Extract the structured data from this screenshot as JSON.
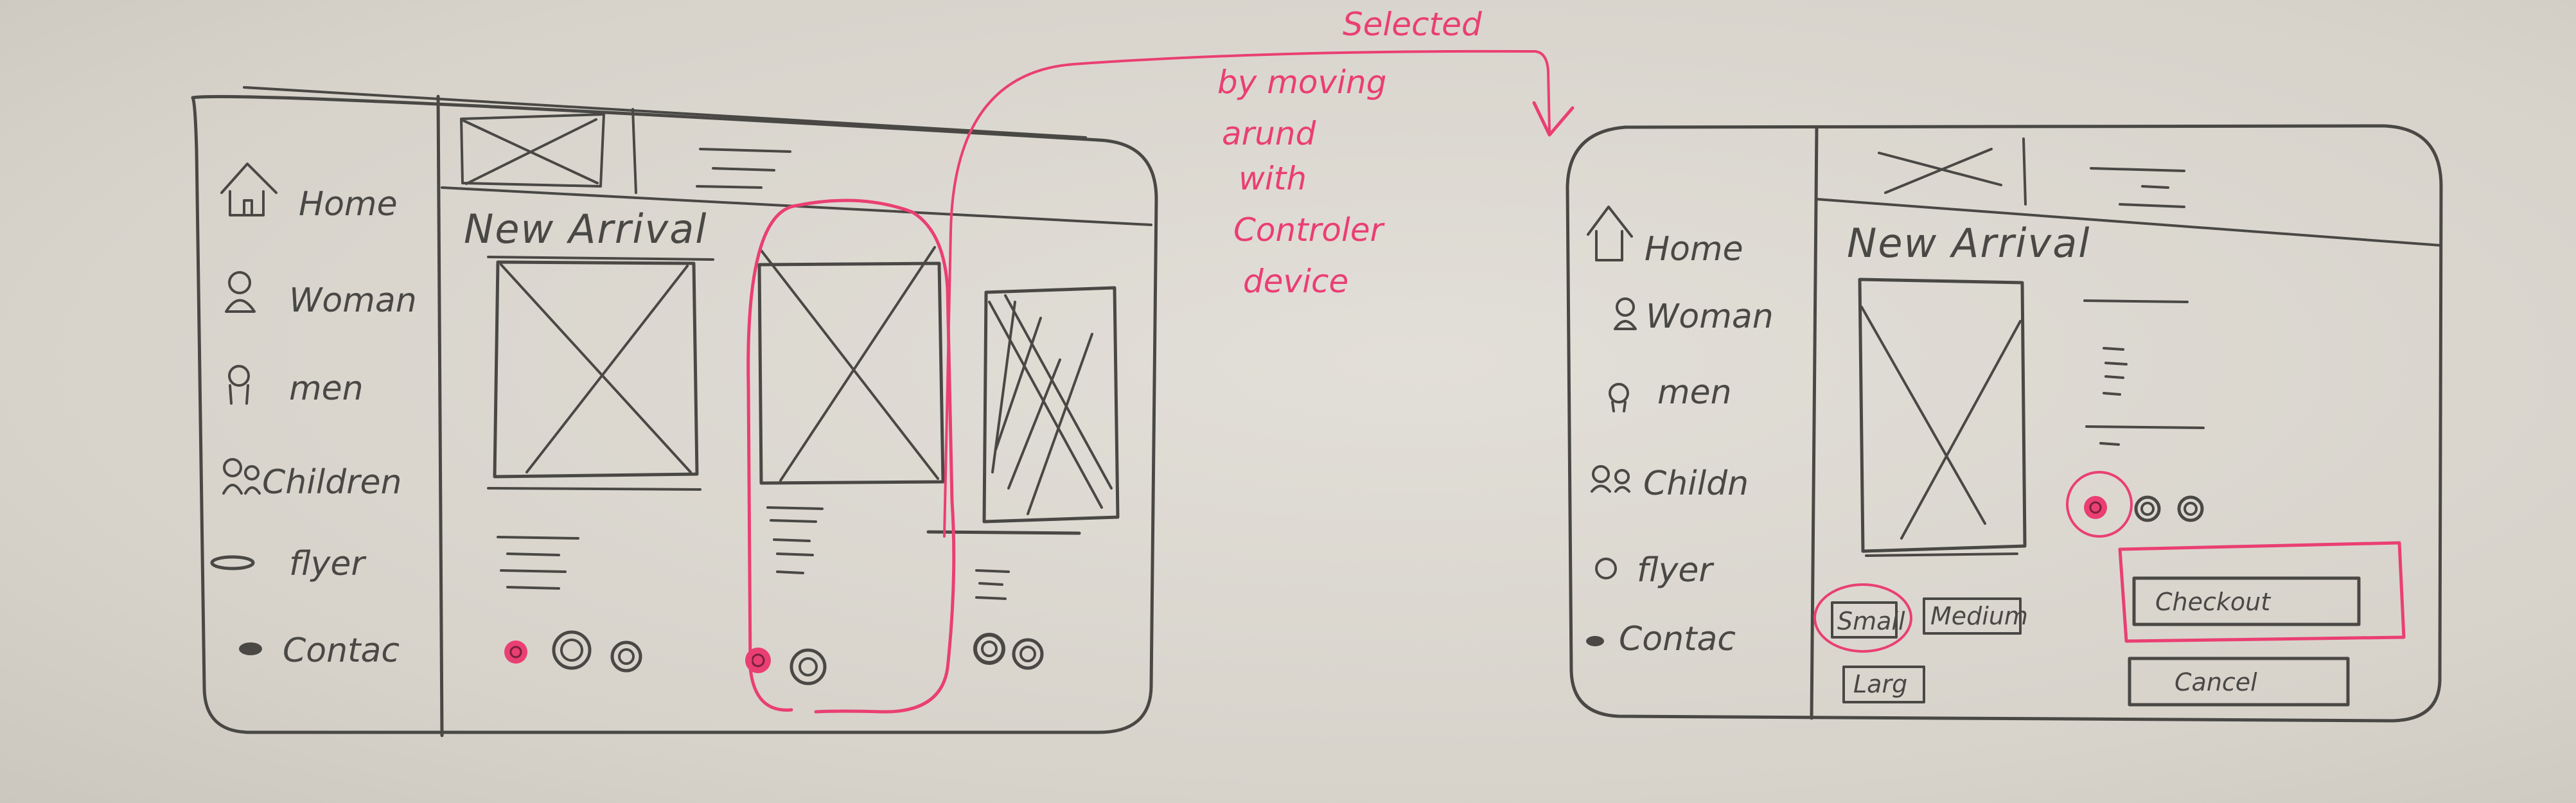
{
  "left_wireframe": {
    "nav": [
      {
        "icon": "house-icon",
        "label": "Home"
      },
      {
        "icon": "woman-icon",
        "label": "Woman"
      },
      {
        "icon": "man-icon",
        "label": "men"
      },
      {
        "icon": "children-icon",
        "label": "Children"
      },
      {
        "icon": "flyer-icon",
        "label": "flyer"
      },
      {
        "icon": "contact-icon",
        "label": "Contac"
      }
    ],
    "title": "New Arrival",
    "products": [
      {
        "swatches": 3,
        "selected": false
      },
      {
        "swatches": 2,
        "selected": true
      },
      {
        "swatches": 2,
        "selected": false
      }
    ]
  },
  "annotation": {
    "lines": [
      "Selected",
      "by moving",
      "arund",
      "with",
      "Controler",
      "device"
    ]
  },
  "right_wireframe": {
    "nav": [
      {
        "icon": "house-icon",
        "label": "Home"
      },
      {
        "icon": "woman-icon",
        "label": "Woman"
      },
      {
        "icon": "man-icon",
        "label": "men"
      },
      {
        "icon": "children-icon",
        "label": "Childn"
      },
      {
        "icon": "flyer-icon",
        "label": "flyer"
      },
      {
        "icon": "contact-icon",
        "label": "Contac"
      }
    ],
    "title": "New Arrival",
    "sizes": [
      "Small",
      "Medium",
      "Larg"
    ],
    "selected_size": "Small",
    "checkout_label": "Checkout",
    "cancel_label": "Cancel"
  },
  "colors": {
    "pencil": "#4a4845",
    "highlight": "#ea3f72",
    "paper": "#dcd8d0"
  }
}
